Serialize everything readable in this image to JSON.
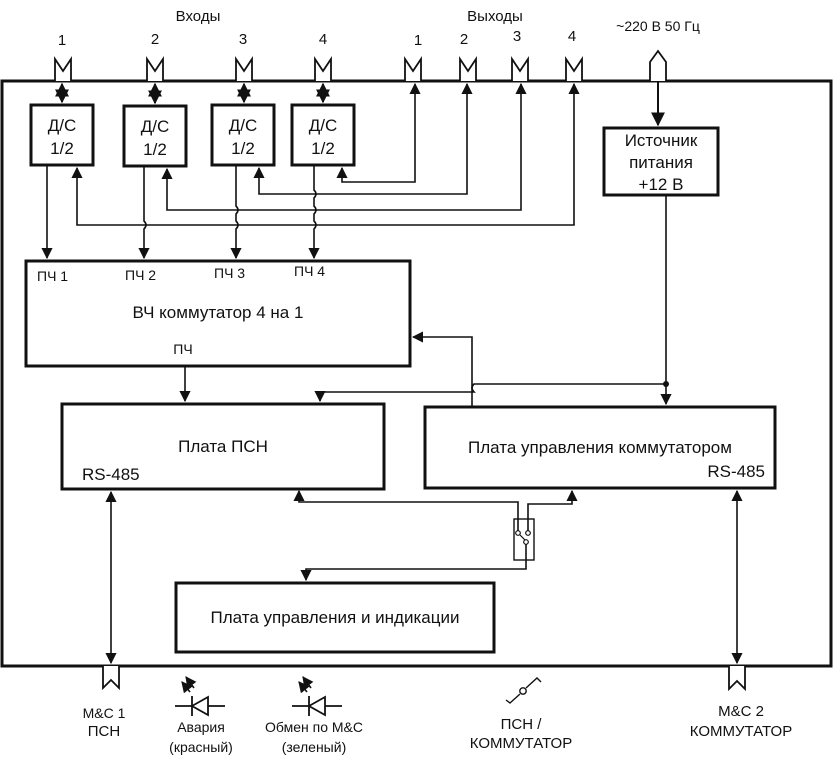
{
  "header": {
    "inputs_label": "Входы",
    "outputs_label": "Выходы",
    "power_label": "~220 В 50 Гц",
    "input_numbers": [
      "1",
      "2",
      "3",
      "4"
    ],
    "output_numbers": [
      "1",
      "2",
      "3",
      "4"
    ]
  },
  "blocks": {
    "splitters": [
      {
        "line1": "Д/С",
        "line2": "1/2"
      },
      {
        "line1": "Д/С",
        "line2": "1/2"
      },
      {
        "line1": "Д/С",
        "line2": "1/2"
      },
      {
        "line1": "Д/С",
        "line2": "1/2"
      }
    ],
    "power_supply": {
      "line1": "Источник",
      "line2": "питания",
      "line3": "+12 В"
    },
    "rf_switch": {
      "title": "ВЧ коммутатор 4 на 1",
      "inputs": [
        "ПЧ 1",
        "ПЧ 2",
        "ПЧ 3",
        "ПЧ 4"
      ],
      "output": "ПЧ"
    },
    "psn_board": {
      "title": "Плата ПСН",
      "port": "RS-485"
    },
    "switch_control_board": {
      "title": "Плата управления коммутатором",
      "port": "RS-485"
    },
    "control_indication_board": {
      "title": "Плата управления и индикации"
    }
  },
  "footer": {
    "mc1": {
      "line1": "M&C 1",
      "line2": "ПСН"
    },
    "alarm_led": {
      "line1": "Авария",
      "line2": "(красный)"
    },
    "exchange_led": {
      "line1": "Обмен по M&C",
      "line2": "(зеленый)"
    },
    "mode_switch": {
      "line1": "ПСН /",
      "line2": "КОММУТАТОР"
    },
    "mc2": {
      "line1": "M&C 2",
      "line2": "КОММУТАТОР"
    }
  }
}
